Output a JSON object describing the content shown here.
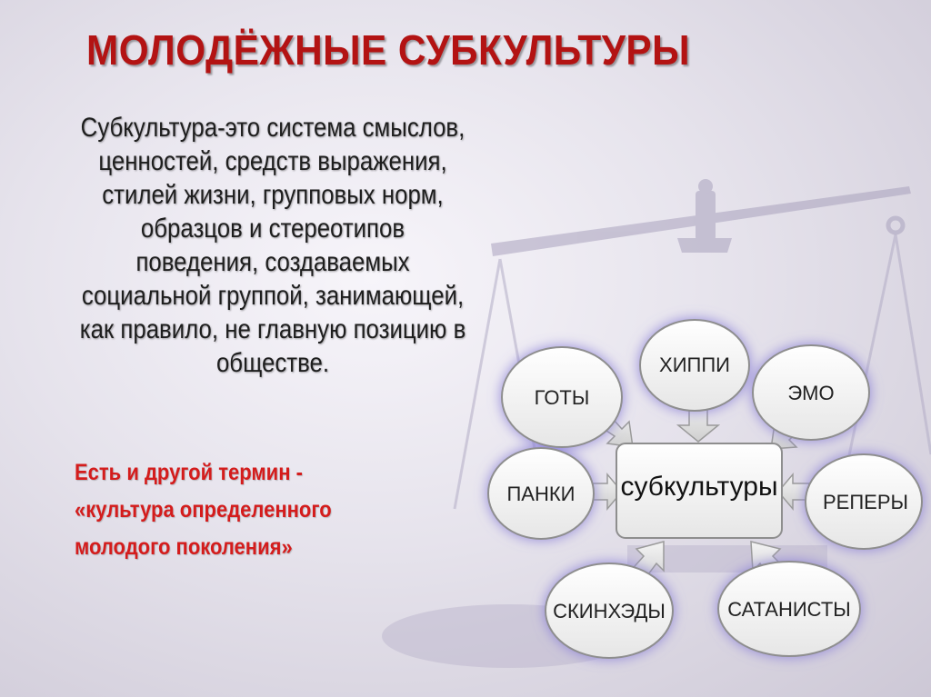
{
  "title": "МОЛОДЁЖНЫЕ СУБКУЛЬТУРЫ",
  "definition_lines": [
    "Субкультура-это система  смыслов,",
    "ценностей, средств выражения,",
    "стилей жизни, групповых норм,",
    "образцов и стереотипов",
    "поведения, создаваемых",
    "социальной группой, занимающей,",
    "как правило,  не главную позицию в",
    "обществе."
  ],
  "other_term_lines": [
    "Есть и другой термин -",
    "«культура определенного",
    "молодого поколения»"
  ],
  "diagram": {
    "center": "субкультуры",
    "nodes": {
      "goty": "ГОТЫ",
      "hippi": "ХИППИ",
      "emo": "ЭМО",
      "panki": "ПАНКИ",
      "repery": "РЕПЕРЫ",
      "skinhedy": "СКИНХЭДЫ",
      "satanisty": "САТАНИСТЫ"
    }
  },
  "colors": {
    "title": "#b31313",
    "other_term": "#d41c1c",
    "node_glow": "#8a7fd8"
  }
}
